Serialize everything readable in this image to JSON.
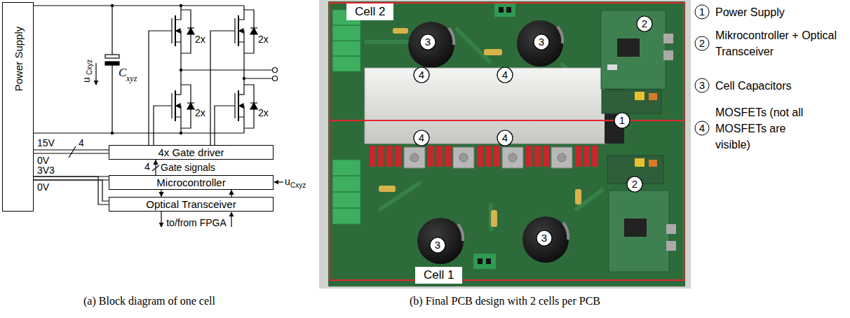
{
  "diagram": {
    "nodes": [
      {
        "text": [
          "Power Supply"
        ]
      },
      {
        "text": [
          "4x Gate driver"
        ]
      },
      {
        "text": [
          "Microcontroller"
        ]
      },
      {
        "text": [
          "Optical Transceiver"
        ]
      }
    ],
    "edges": [
      {
        "from": 0,
        "to": 1,
        "arrow": "none"
      },
      {
        "from": 0,
        "to": 2,
        "arrow": "none"
      },
      {
        "from": 0,
        "to": 3,
        "arrow": "none"
      },
      {
        "from": 2,
        "to": 1,
        "arrow": "to",
        "label": "Gate signals"
      },
      {
        "from": 2,
        "to": 3,
        "arrow": "to"
      },
      {
        "from": 3,
        "to": 2,
        "arrow": "to"
      }
    ],
    "labels": [
      "15V",
      "0V",
      "4",
      "3V3",
      "0V",
      "4",
      "u",
      "Cxyz",
      "C",
      "xyz",
      "2x",
      "2x",
      "2x",
      "2x",
      "u",
      "Cxyz",
      "to/from FPGA",
      "Cell 2",
      "Cell 1",
      "3",
      "3",
      "2",
      "4",
      "4",
      "1",
      "4",
      "4",
      "2",
      "3",
      "3",
      "1",
      "2",
      "3",
      "4",
      "(a) Block diagram of one cell",
      "(b) Final PCB design with 2 cells per PCB"
    ],
    "legend": [
      {
        "text": "Power Supply"
      },
      {
        "text": "Mikrocontroller + Optical Transceiver"
      },
      {
        "text": "Cell Capacitors"
      },
      {
        "text": "MOSFETs (not all MOSFETs are visible)"
      }
    ]
  }
}
